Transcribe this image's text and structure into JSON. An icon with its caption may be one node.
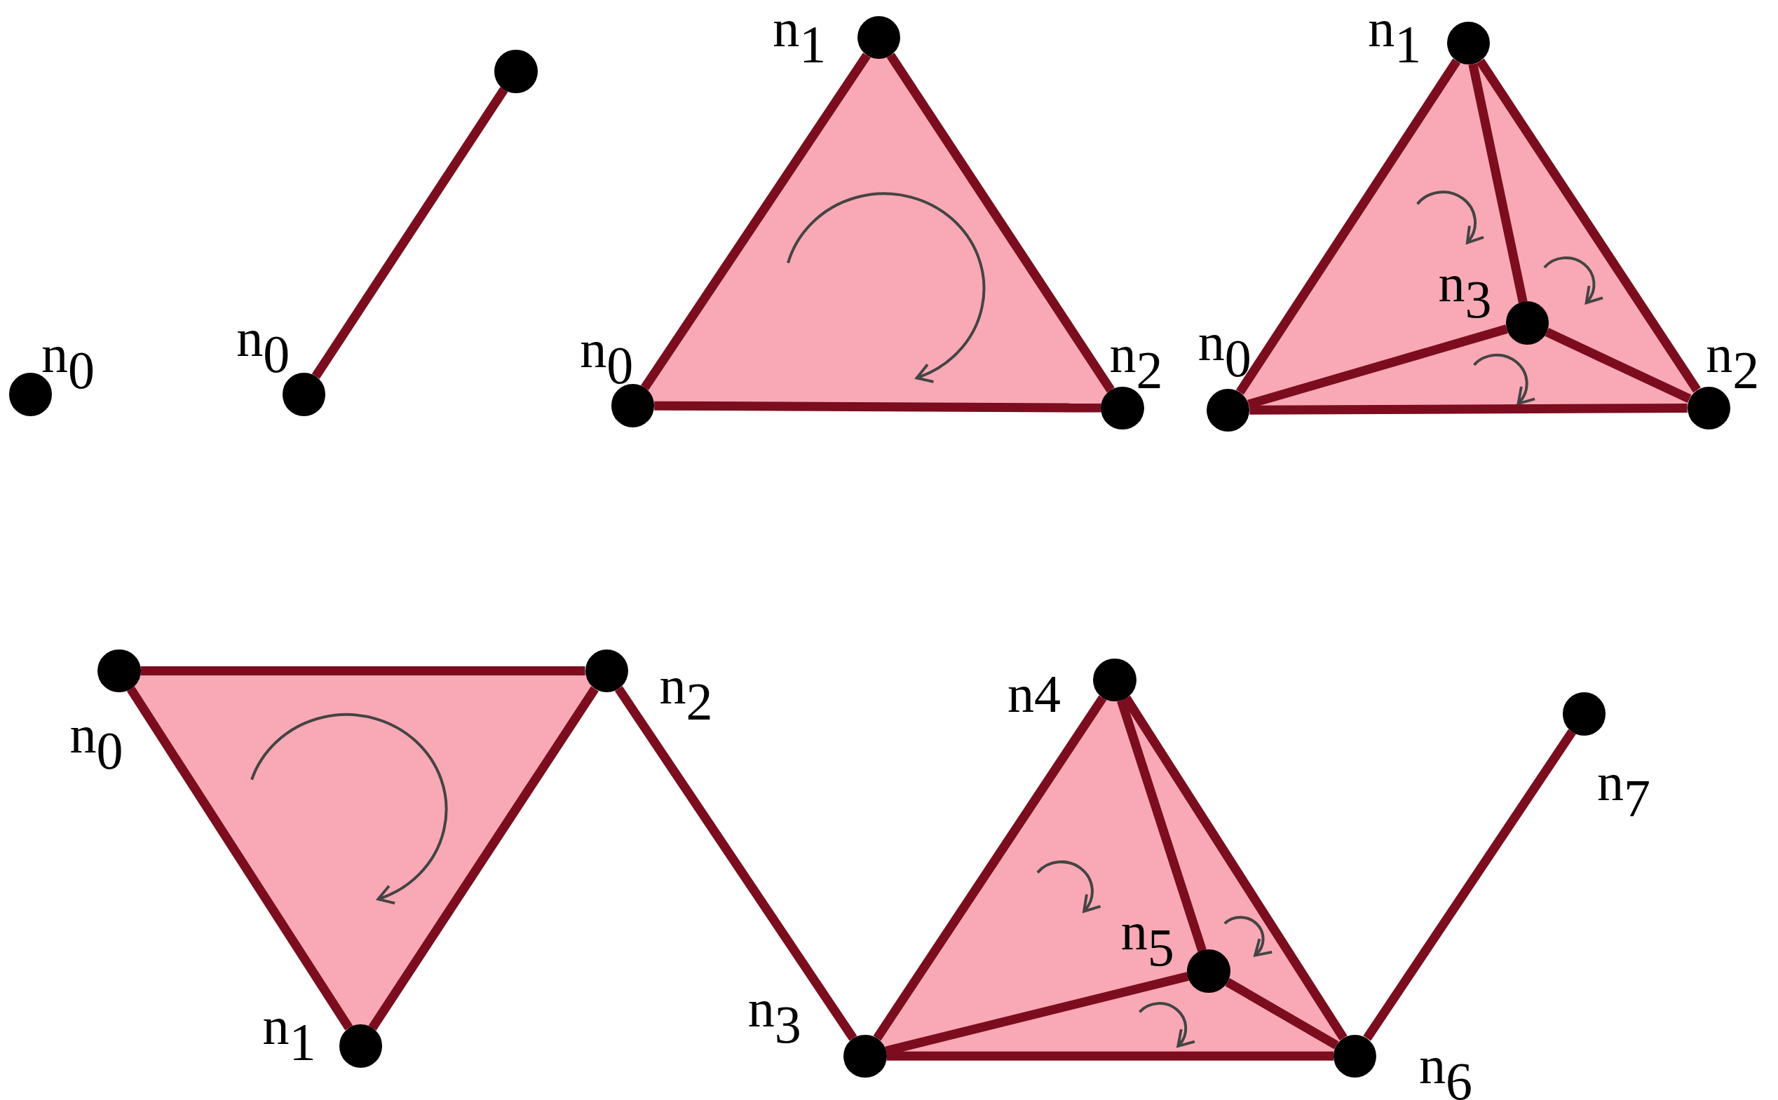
{
  "diagram": {
    "nodes": [
      {
        "text": [],
        "shape": "circle",
        "beside": [
          "n$_{0}$"
        ]
      },
      {
        "text": [],
        "shape": "circle",
        "beside": [
          "n$_{0}$"
        ]
      },
      {
        "text": [],
        "shape": "circle"
      },
      {
        "text": [],
        "shape": "circle",
        "beside": [
          "n$_{0}$"
        ]
      },
      {
        "text": [],
        "shape": "circle",
        "beside": [
          "n$_{1}$"
        ]
      },
      {
        "text": [],
        "shape": "circle",
        "beside": [
          "n$_{2}$"
        ]
      },
      {
        "text": [],
        "shape": "circle",
        "beside": [
          "n$_{0}$"
        ]
      },
      {
        "text": [],
        "shape": "circle",
        "beside": [
          "n$_{1}$"
        ]
      },
      {
        "text": [],
        "shape": "circle",
        "beside": [
          "n$_{2}$"
        ]
      },
      {
        "text": [],
        "shape": "circle",
        "beside": [
          "n$_{3}$"
        ]
      },
      {
        "text": [],
        "shape": "circle",
        "beside": [
          "n$_{0}$"
        ]
      },
      {
        "text": [],
        "shape": "circle",
        "beside": [
          "n$_{1}$"
        ]
      },
      {
        "text": [],
        "shape": "circle",
        "beside": [
          "n$_{2}$"
        ]
      },
      {
        "text": [],
        "shape": "circle",
        "beside": [
          "n$_{3}$"
        ]
      },
      {
        "text": [],
        "shape": "circle",
        "beside": [
          "n4"
        ]
      },
      {
        "text": [],
        "shape": "circle",
        "beside": [
          "n$_{5}$"
        ]
      },
      {
        "text": [],
        "shape": "circle",
        "beside": [
          "n$_{6}$"
        ]
      },
      {
        "text": [],
        "shape": "circle",
        "beside": [
          "n$_{7}$"
        ]
      }
    ],
    "edges": [
      {
        "from": 1,
        "to": 2,
        "arrow": "none"
      },
      {
        "from": 3,
        "to": 4,
        "arrow": "none"
      },
      {
        "from": 4,
        "to": 5,
        "arrow": "none"
      },
      {
        "from": 3,
        "to": 5,
        "arrow": "none"
      },
      {
        "from": 6,
        "to": 7,
        "arrow": "none"
      },
      {
        "from": 7,
        "to": 8,
        "arrow": "none"
      },
      {
        "from": 6,
        "to": 8,
        "arrow": "none"
      },
      {
        "from": 6,
        "to": 9,
        "arrow": "none"
      },
      {
        "from": 7,
        "to": 9,
        "arrow": "none"
      },
      {
        "from": 8,
        "to": 9,
        "arrow": "none"
      },
      {
        "from": 10,
        "to": 12,
        "arrow": "none"
      },
      {
        "from": 10,
        "to": 11,
        "arrow": "none"
      },
      {
        "from": 11,
        "to": 12,
        "arrow": "none"
      },
      {
        "from": 12,
        "to": 13,
        "arrow": "none"
      },
      {
        "from": 13,
        "to": 14,
        "arrow": "none"
      },
      {
        "from": 14,
        "to": 16,
        "arrow": "none"
      },
      {
        "from": 13,
        "to": 16,
        "arrow": "none"
      },
      {
        "from": 13,
        "to": 15,
        "arrow": "none"
      },
      {
        "from": 14,
        "to": 15,
        "arrow": "none"
      },
      {
        "from": 15,
        "to": 16,
        "arrow": "none"
      },
      {
        "from": 16,
        "to": 17,
        "arrow": "none"
      }
    ]
  }
}
